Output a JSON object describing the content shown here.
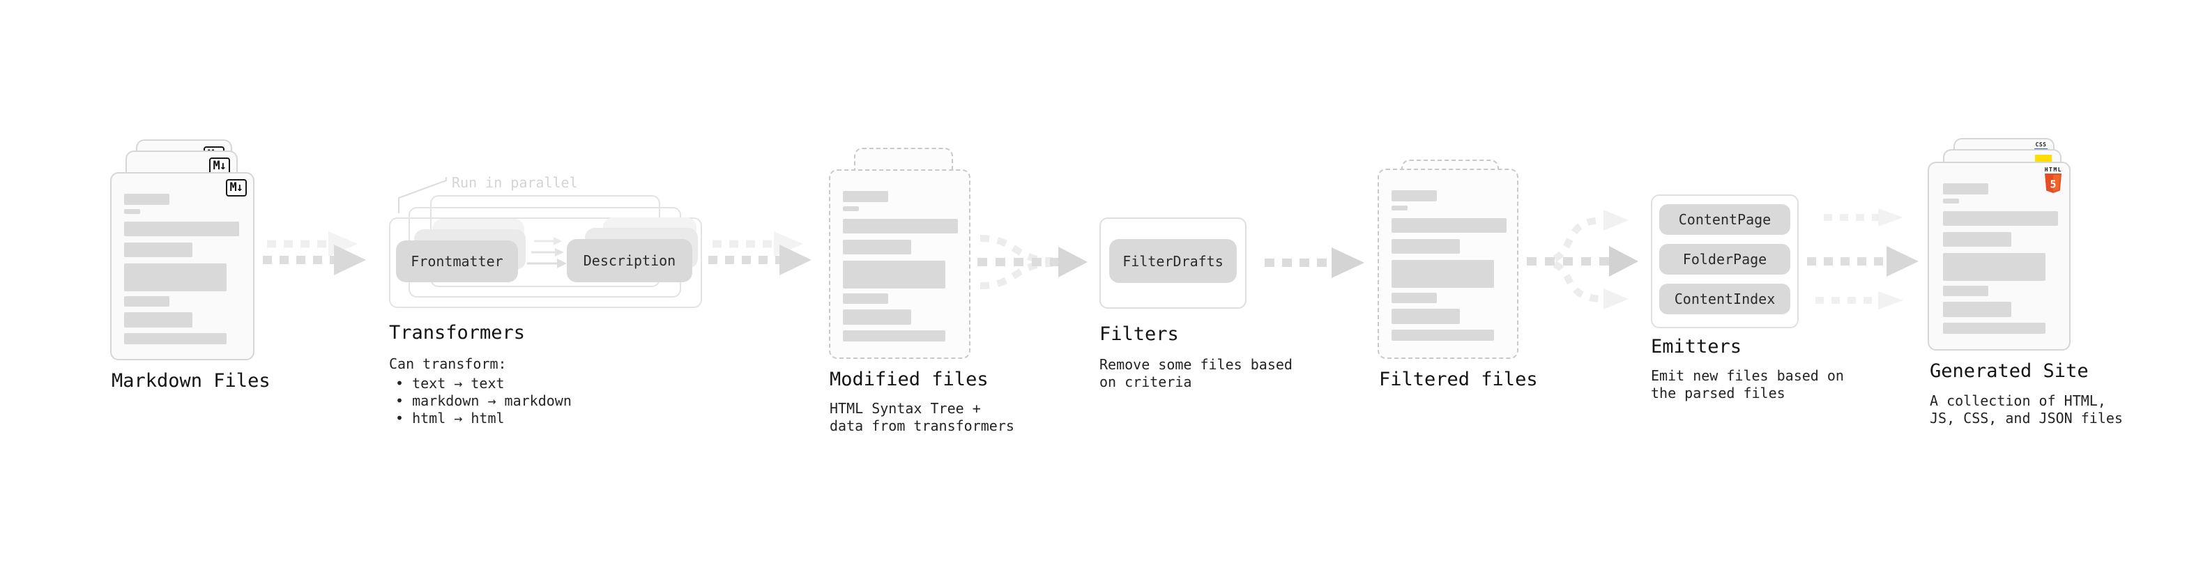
{
  "stages": {
    "markdown": {
      "label": "Markdown Files",
      "badge": "M↓"
    },
    "transformers": {
      "label": "Transformers",
      "note": "Run in parallel",
      "pill_left": "Frontmatter",
      "pill_right": "Description",
      "desc_title": "Can transform:",
      "bullets": [
        "• text → text",
        "• markdown → markdown",
        "• html → html"
      ]
    },
    "modified": {
      "label": "Modified files",
      "desc": [
        "HTML Syntax Tree +",
        "data from transformers"
      ]
    },
    "filters": {
      "label": "Filters",
      "pill": "FilterDrafts",
      "desc": [
        "Remove some files based",
        "on criteria"
      ]
    },
    "filtered": {
      "label": "Filtered files"
    },
    "emitters": {
      "label": "Emitters",
      "pills": [
        "ContentPage",
        "FolderPage",
        "ContentIndex"
      ],
      "desc": [
        "Emit new files based on",
        "the parsed files"
      ]
    },
    "generated": {
      "label": "Generated Site",
      "desc": [
        "A collection of HTML,",
        "JS, CSS, and JSON files"
      ],
      "badges": {
        "css": "CSS",
        "html_text": "HTML",
        "html_number": "5"
      }
    }
  },
  "icons": [
    "markdown-icon",
    "css-icon",
    "javascript-icon",
    "html5-icon"
  ],
  "colors": {
    "html5_orange": "#e44d26",
    "html5_orange_light": "#f16529",
    "js_yellow": "#ffdd00",
    "css_blue": "#2764e7",
    "node_gray": "#d9d9d9",
    "arrow_gray": "#d9d9d9",
    "arrow_light": "#f0f0f0"
  }
}
